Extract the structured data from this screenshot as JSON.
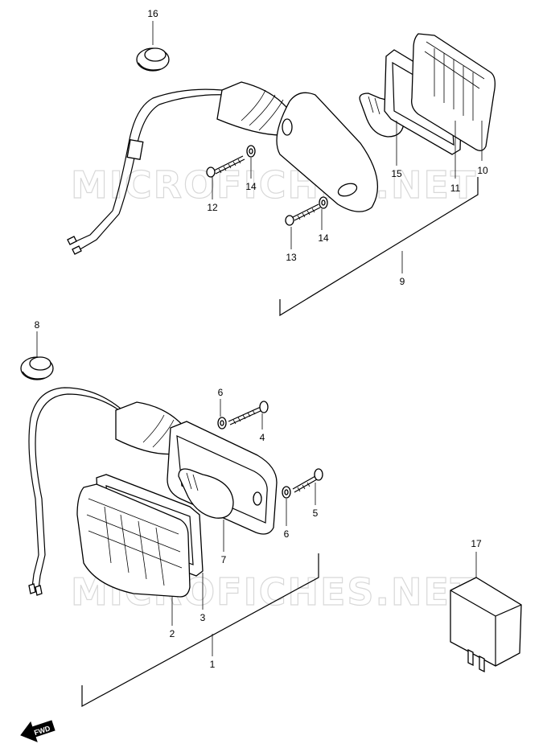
{
  "watermark": "MICROFICHES.NET",
  "fwd_label": "FWD",
  "callouts": [
    "16",
    "15",
    "10",
    "11",
    "12",
    "14",
    "14",
    "13",
    "9",
    "8",
    "6",
    "4",
    "5",
    "6",
    "7",
    "3",
    "2",
    "1",
    "17"
  ]
}
